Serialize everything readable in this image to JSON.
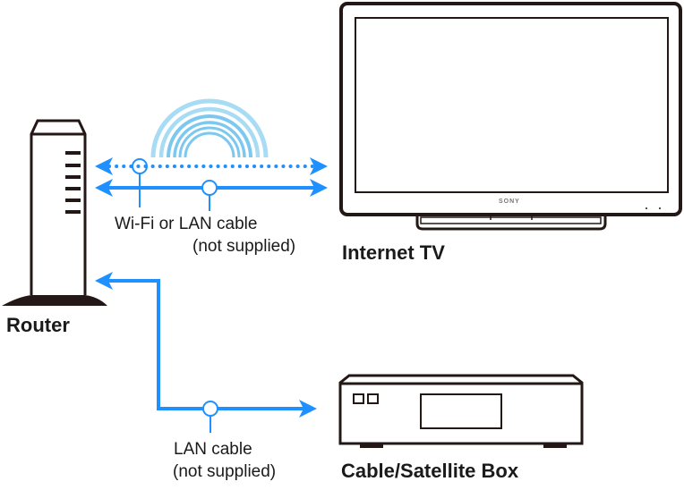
{
  "colors": {
    "connection": "#1e90ff",
    "wifi_wave": "#8fd0f0",
    "device_outline": "#231815"
  },
  "devices": {
    "router": {
      "label": "Router"
    },
    "tv": {
      "label": "Internet TV",
      "brand": "SONY"
    },
    "box": {
      "label": "Cable/Satellite Box"
    }
  },
  "connections": {
    "router_tv": {
      "line1": "Wi-Fi or LAN cable",
      "line2": "(not supplied)"
    },
    "router_box": {
      "line1": "LAN cable",
      "line2": "(not supplied)"
    }
  }
}
